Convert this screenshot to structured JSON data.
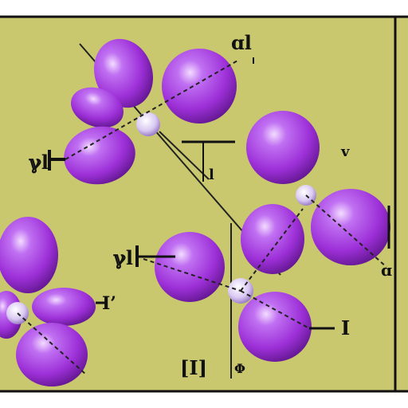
{
  "colors": {
    "background": "#c9c86f",
    "frame": "#111111",
    "lobe": "#a23fd9",
    "lobe_highlight": "#f0d8ff",
    "lobe_shadow": "#5a1287",
    "nucleus": "#d8c6f0",
    "line": "#222222"
  },
  "labels": {
    "top_right": "ɑl",
    "left_upper": "ℽl",
    "center_upper": "l",
    "right_upper": "v",
    "left_middle": "ℽl",
    "left_lower": "I’",
    "right_lower": "ɑ",
    "bottom_right": "I",
    "bottom_box": "[Ӏ]",
    "bottom_phi": "Φ"
  },
  "icons": [
    "orbital-lobe",
    "nucleus-dot",
    "bond-line"
  ]
}
